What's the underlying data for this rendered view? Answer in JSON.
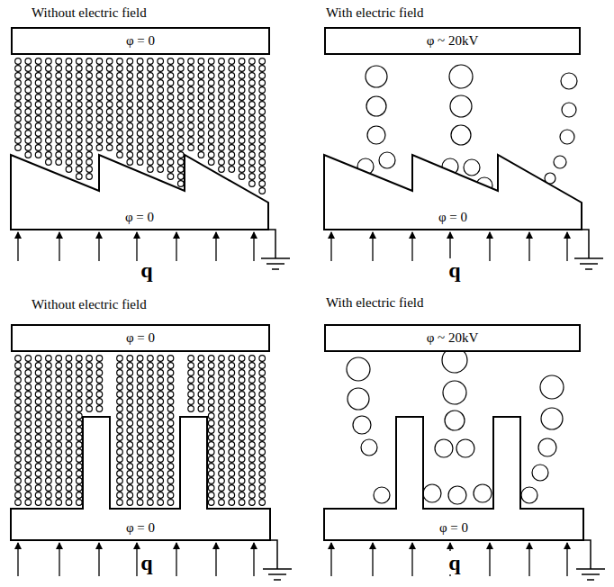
{
  "diagram": {
    "nodes": [
      {
        "text": [
          "φ = 0"
        ]
      },
      {
        "text": [
          "φ = 0"
        ]
      },
      {
        "text": [
          "φ ~ 20kV"
        ]
      },
      {
        "text": [
          "φ = 0"
        ]
      },
      {
        "text": [
          "φ = 0"
        ]
      },
      {
        "text": [
          "φ = 0"
        ]
      },
      {
        "text": [
          "φ ~ 20kV"
        ]
      },
      {
        "text": [
          "φ = 0"
        ]
      }
    ],
    "labels": [
      "Without electric field",
      "With electric field",
      "q",
      "q",
      "Without electric field",
      "With electric field",
      "q",
      "q"
    ]
  }
}
